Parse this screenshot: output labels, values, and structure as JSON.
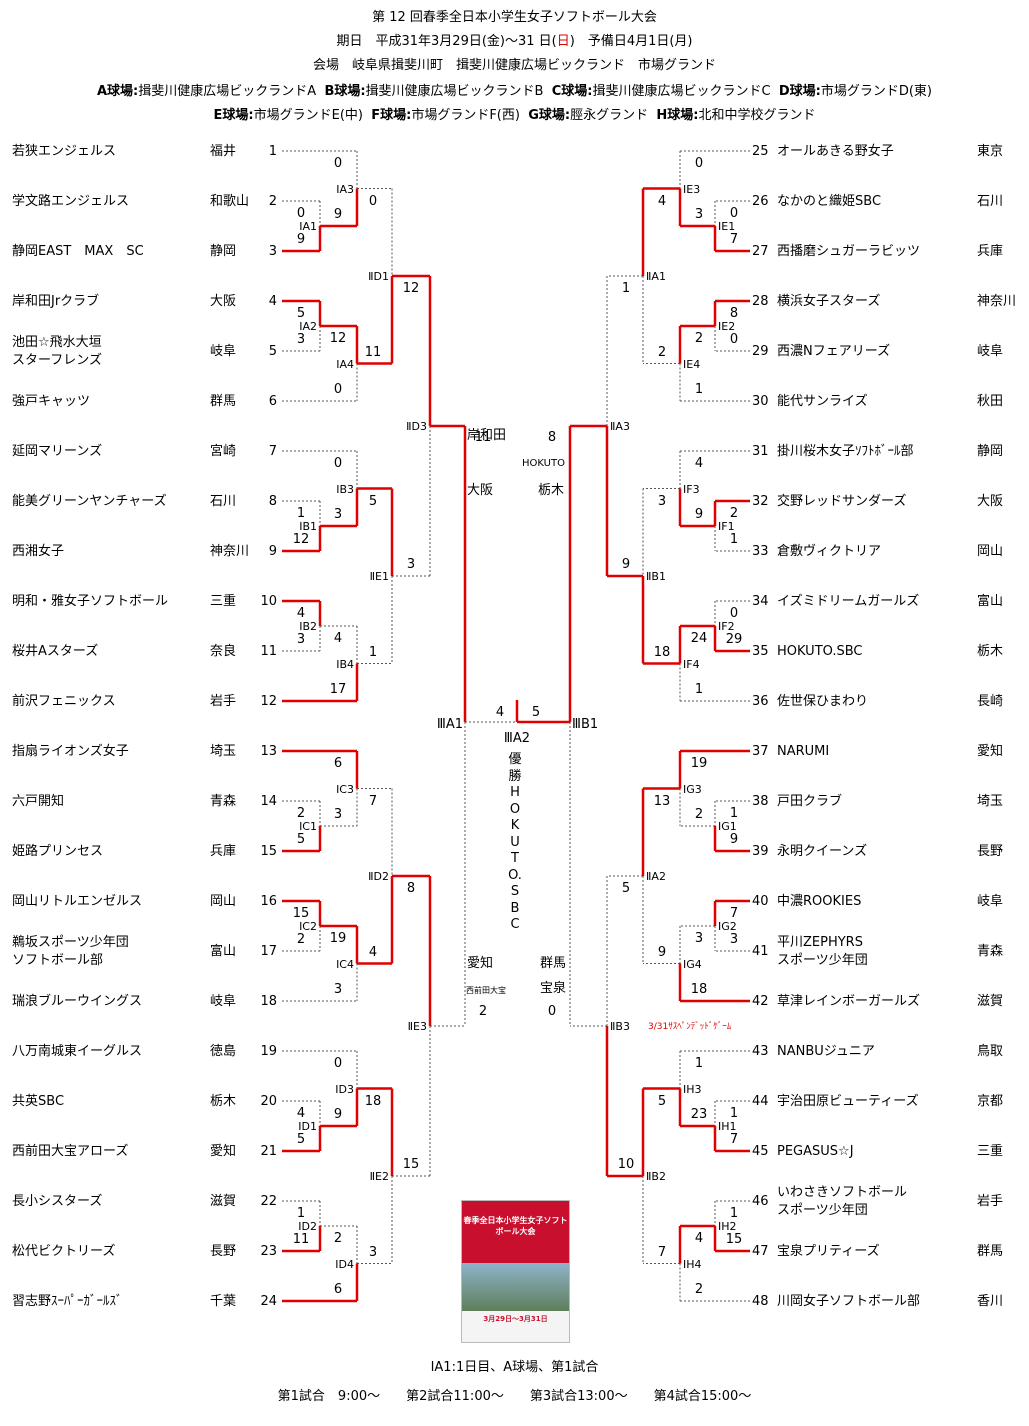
{
  "header": {
    "title": "第 12 回春季全日本小学生女子ソフトボール大会",
    "period_pre": "期日　平成31年3月29日(金)～31 日(",
    "period_sun": "日",
    "period_post": ")　予備日4月1日(月)",
    "venue": "会場　岐阜県揖斐川町　揖斐川健康広場ビックランド　市場グランド",
    "fields1": [
      {
        "k": "A球場:",
        "v": "揖斐川健康広場ビックランドA"
      },
      {
        "k": "B球場:",
        "v": "揖斐川健康広場ビックランドB"
      },
      {
        "k": "C球場:",
        "v": "揖斐川健康広場ビックランドC"
      },
      {
        "k": "D球場:",
        "v": "市場グランドD(東)"
      }
    ],
    "fields2": [
      {
        "k": "E球場:",
        "v": "市場グランドE(中)"
      },
      {
        "k": "F球場:",
        "v": "市場グランドF(西)"
      },
      {
        "k": "G球場:",
        "v": "脛永グランド"
      },
      {
        "k": "H球場:",
        "v": "北和中学校グランド"
      }
    ]
  },
  "teams": [
    {
      "n": 1,
      "name": [
        "若狭エンジェルス"
      ],
      "pref": "福井"
    },
    {
      "n": 2,
      "name": [
        "学文路エンジェルス"
      ],
      "pref": "和歌山"
    },
    {
      "n": 3,
      "name": [
        "静岡EAST　MAX　SC"
      ],
      "pref": "静岡"
    },
    {
      "n": 4,
      "name": [
        "岸和田Jrクラブ"
      ],
      "pref": "大阪"
    },
    {
      "n": 5,
      "name": [
        "池田☆飛水大垣",
        "スターフレンズ"
      ],
      "pref": "岐阜"
    },
    {
      "n": 6,
      "name": [
        "強戸キャッツ"
      ],
      "pref": "群馬"
    },
    {
      "n": 7,
      "name": [
        "延岡マリーンズ"
      ],
      "pref": "宮崎"
    },
    {
      "n": 8,
      "name": [
        "能美グリーンヤンチャーズ"
      ],
      "pref": "石川"
    },
    {
      "n": 9,
      "name": [
        "西湘女子"
      ],
      "pref": "神奈川"
    },
    {
      "n": 10,
      "name": [
        "明和・雅女子ソフトボール"
      ],
      "pref": "三重"
    },
    {
      "n": 11,
      "name": [
        "桜井Aスターズ"
      ],
      "pref": "奈良"
    },
    {
      "n": 12,
      "name": [
        "前沢フェニックス"
      ],
      "pref": "岩手"
    },
    {
      "n": 13,
      "name": [
        "指扇ライオンズ女子"
      ],
      "pref": "埼玉"
    },
    {
      "n": 14,
      "name": [
        "六戸開知"
      ],
      "pref": "青森"
    },
    {
      "n": 15,
      "name": [
        "姫路プリンセス"
      ],
      "pref": "兵庫"
    },
    {
      "n": 16,
      "name": [
        "岡山リトルエンゼルス"
      ],
      "pref": "岡山"
    },
    {
      "n": 17,
      "name": [
        "鵜坂スポーツ少年団",
        "ソフトボール部"
      ],
      "pref": "富山"
    },
    {
      "n": 18,
      "name": [
        "瑞浪ブルーウイングス"
      ],
      "pref": "岐阜"
    },
    {
      "n": 19,
      "name": [
        "八万南城東イーグルス"
      ],
      "pref": "徳島"
    },
    {
      "n": 20,
      "name": [
        "共英SBC"
      ],
      "pref": "栃木"
    },
    {
      "n": 21,
      "name": [
        "西前田大宝アローズ"
      ],
      "pref": "愛知"
    },
    {
      "n": 22,
      "name": [
        "長小シスターズ"
      ],
      "pref": "滋賀"
    },
    {
      "n": 23,
      "name": [
        "松代ビクトリーズ"
      ],
      "pref": "長野"
    },
    {
      "n": 24,
      "name": [
        "習志野ｽｰﾊﾟｰｶﾞｰﾙｽﾞ"
      ],
      "pref": "千葉"
    },
    {
      "n": 25,
      "name": [
        "オールあきる野女子"
      ],
      "pref": "東京"
    },
    {
      "n": 26,
      "name": [
        "なかのと織姫SBC"
      ],
      "pref": "石川"
    },
    {
      "n": 27,
      "name": [
        "西播磨シュガーラビッツ"
      ],
      "pref": "兵庫"
    },
    {
      "n": 28,
      "name": [
        "横浜女子スターズ"
      ],
      "pref": "神奈川"
    },
    {
      "n": 29,
      "name": [
        "西濃Nフェアリーズ"
      ],
      "pref": "岐阜"
    },
    {
      "n": 30,
      "name": [
        "能代サンライズ"
      ],
      "pref": "秋田"
    },
    {
      "n": 31,
      "name": [
        "掛川桜木女子ｿﾌﾄﾎﾞｰﾙ部"
      ],
      "pref": "静岡"
    },
    {
      "n": 32,
      "name": [
        "交野レッドサンダーズ"
      ],
      "pref": "大阪"
    },
    {
      "n": 33,
      "name": [
        "倉敷ヴィクトリア"
      ],
      "pref": "岡山"
    },
    {
      "n": 34,
      "name": [
        "イズミドリームガールズ"
      ],
      "pref": "富山"
    },
    {
      "n": 35,
      "name": [
        "HOKUTO.SBC"
      ],
      "pref": "栃木"
    },
    {
      "n": 36,
      "name": [
        "佐世保ひまわり"
      ],
      "pref": "長崎"
    },
    {
      "n": 37,
      "name": [
        "NARUMI"
      ],
      "pref": "愛知"
    },
    {
      "n": 38,
      "name": [
        "戸田クラブ"
      ],
      "pref": "埼玉"
    },
    {
      "n": 39,
      "name": [
        "永明クイーンズ"
      ],
      "pref": "長野"
    },
    {
      "n": 40,
      "name": [
        "中濃ROOKIES"
      ],
      "pref": "岐阜"
    },
    {
      "n": 41,
      "name": [
        "平川ZEPHYRS",
        "スポーツ少年団"
      ],
      "pref": "青森"
    },
    {
      "n": 42,
      "name": [
        "草津レインボーガールズ"
      ],
      "pref": "滋賀"
    },
    {
      "n": 43,
      "name": [
        "NANBUジュニア"
      ],
      "pref": "鳥取"
    },
    {
      "n": 44,
      "name": [
        "宇治田原ビューティーズ"
      ],
      "pref": "京都"
    },
    {
      "n": 45,
      "name": [
        "PEGASUS☆J"
      ],
      "pref": "三重"
    },
    {
      "n": 46,
      "name": [
        "いわさきソフトボール",
        "スポーツ少年団"
      ],
      "pref": "岩手"
    },
    {
      "n": 47,
      "name": [
        "宝泉プリティーズ"
      ],
      "pref": "群馬"
    },
    {
      "n": 48,
      "name": [
        "川岡女子ソフトボール部"
      ],
      "pref": "香川"
    }
  ],
  "games": [
    {
      "id": "ⅠA1",
      "w": "b",
      "s": [
        "0",
        "9"
      ]
    },
    {
      "id": "ⅠA3",
      "w": "b",
      "s": [
        "0",
        "9"
      ]
    },
    {
      "id": "ⅠA2",
      "w": "a",
      "s": [
        "5",
        "3"
      ]
    },
    {
      "id": "ⅠA4",
      "w": "a",
      "s": [
        "12",
        "0"
      ]
    },
    {
      "id": "ⅡD1",
      "w": "b",
      "s": [
        "0",
        "11"
      ]
    },
    {
      "id": "ⅠB1",
      "w": "b",
      "s": [
        "1",
        "12"
      ]
    },
    {
      "id": "ⅠB3",
      "w": "b",
      "s": [
        "0",
        "3"
      ]
    },
    {
      "id": "ⅠB2",
      "w": "a",
      "s": [
        "4",
        "3"
      ]
    },
    {
      "id": "ⅠB4",
      "w": "b",
      "s": [
        "4",
        "17"
      ]
    },
    {
      "id": "ⅡE1",
      "w": "a",
      "s": [
        "5",
        "1"
      ]
    },
    {
      "id": "ⅡD3",
      "w": "a",
      "s": [
        "12",
        "3"
      ]
    },
    {
      "id": "ⅠC1",
      "w": "b",
      "s": [
        "2",
        "5"
      ]
    },
    {
      "id": "ⅠC3",
      "w": "a",
      "s": [
        "6",
        "3"
      ]
    },
    {
      "id": "ⅠC2",
      "w": "a",
      "s": [
        "15",
        "2"
      ]
    },
    {
      "id": "ⅠC4",
      "w": "a",
      "s": [
        "19",
        "3"
      ]
    },
    {
      "id": "ⅡD2",
      "w": "b",
      "s": [
        "7",
        "4"
      ]
    },
    {
      "id": "ⅠD1",
      "w": "b",
      "s": [
        "4",
        "5"
      ]
    },
    {
      "id": "ⅠD3",
      "w": "b",
      "s": [
        "0",
        "9"
      ]
    },
    {
      "id": "ⅠD2",
      "w": "b",
      "s": [
        "1",
        "11"
      ]
    },
    {
      "id": "ⅠD4",
      "w": "b",
      "s": [
        "2",
        "6"
      ]
    },
    {
      "id": "ⅡE2",
      "w": "a",
      "s": [
        "18",
        "3"
      ]
    },
    {
      "id": "ⅡE3",
      "w": "a",
      "s": [
        "8",
        "15"
      ]
    },
    {
      "id": "ⅢA1",
      "w": "a",
      "s": [
        "11",
        "2"
      ]
    },
    {
      "id": "ⅠE1",
      "w": "b",
      "s": [
        "0",
        "7"
      ]
    },
    {
      "id": "ⅠE3",
      "w": "b",
      "s": [
        "0",
        "3"
      ]
    },
    {
      "id": "ⅠE2",
      "w": "a",
      "s": [
        "8",
        "0"
      ]
    },
    {
      "id": "ⅠE4",
      "w": "a",
      "s": [
        "2",
        "1"
      ]
    },
    {
      "id": "ⅡA1",
      "w": "a",
      "s": [
        "4",
        "2"
      ]
    },
    {
      "id": "ⅠF1",
      "w": "a",
      "s": [
        "2",
        "1"
      ]
    },
    {
      "id": "ⅠF3",
      "w": "b",
      "s": [
        "4",
        "9"
      ]
    },
    {
      "id": "ⅠF2",
      "w": "b",
      "s": [
        "0",
        "29"
      ]
    },
    {
      "id": "ⅠF4",
      "w": "a",
      "s": [
        "24",
        "1"
      ]
    },
    {
      "id": "ⅡB1",
      "w": "b",
      "s": [
        "3",
        "18"
      ]
    },
    {
      "id": "ⅡA3",
      "w": "b",
      "s": [
        "1",
        "9"
      ]
    },
    {
      "id": "ⅠG1",
      "w": "b",
      "s": [
        "1",
        "9"
      ]
    },
    {
      "id": "ⅠG3",
      "w": "a",
      "s": [
        "19",
        "2"
      ]
    },
    {
      "id": "ⅠG2",
      "w": "a",
      "s": [
        "7",
        "3"
      ]
    },
    {
      "id": "ⅠG4",
      "w": "b",
      "s": [
        "3",
        "18"
      ]
    },
    {
      "id": "ⅡA2",
      "w": "a",
      "s": [
        "13",
        "9"
      ]
    },
    {
      "id": "ⅠH1",
      "w": "b",
      "s": [
        "1",
        "7"
      ]
    },
    {
      "id": "ⅠH3",
      "w": "b",
      "s": [
        "1",
        "23"
      ]
    },
    {
      "id": "ⅠH2",
      "w": "b",
      "s": [
        "1",
        "15"
      ]
    },
    {
      "id": "ⅠH4",
      "w": "a",
      "s": [
        "4",
        "2"
      ]
    },
    {
      "id": "ⅡB2",
      "w": "a",
      "s": [
        "5",
        "7"
      ]
    },
    {
      "id": "ⅡB3",
      "w": "b",
      "s": [
        "5",
        "10"
      ]
    },
    {
      "id": "ⅢB1",
      "w": "a",
      "s": [
        "8",
        "0"
      ]
    },
    {
      "id": "ⅢA2",
      "w": "b",
      "s": [
        "4",
        "5"
      ]
    }
  ],
  "semifinal_labels": {
    "l1_team": "岸和田",
    "l1_pref": "大阪",
    "r1_team": "HOKUTO",
    "r1_pref": "栃木",
    "l2_team": "愛知",
    "l2_sub": "西前田大宝",
    "r2_team": "群馬",
    "r2_sub": "宝泉"
  },
  "champion": "優勝HOKUTO.SBC",
  "suspended_note": "3/31ｻｽﾍﾟﾝﾃﾞｯﾄﾞｹﾞｰﾑ",
  "poster": {
    "title": "春季全日本小学生女子ソフトボール大会",
    "dates": "3月29日〜3月31日"
  },
  "footer": {
    "legend": "ⅠA1:1日目、A球場、第1試合",
    "times": "第1試合　9:00～　　第2試合11:00～　　第3試合13:00～　　第4試合15:00～"
  },
  "colors": {
    "winner_line": "#e00000",
    "loser_line": "#555555",
    "sunday": "#e00000"
  }
}
